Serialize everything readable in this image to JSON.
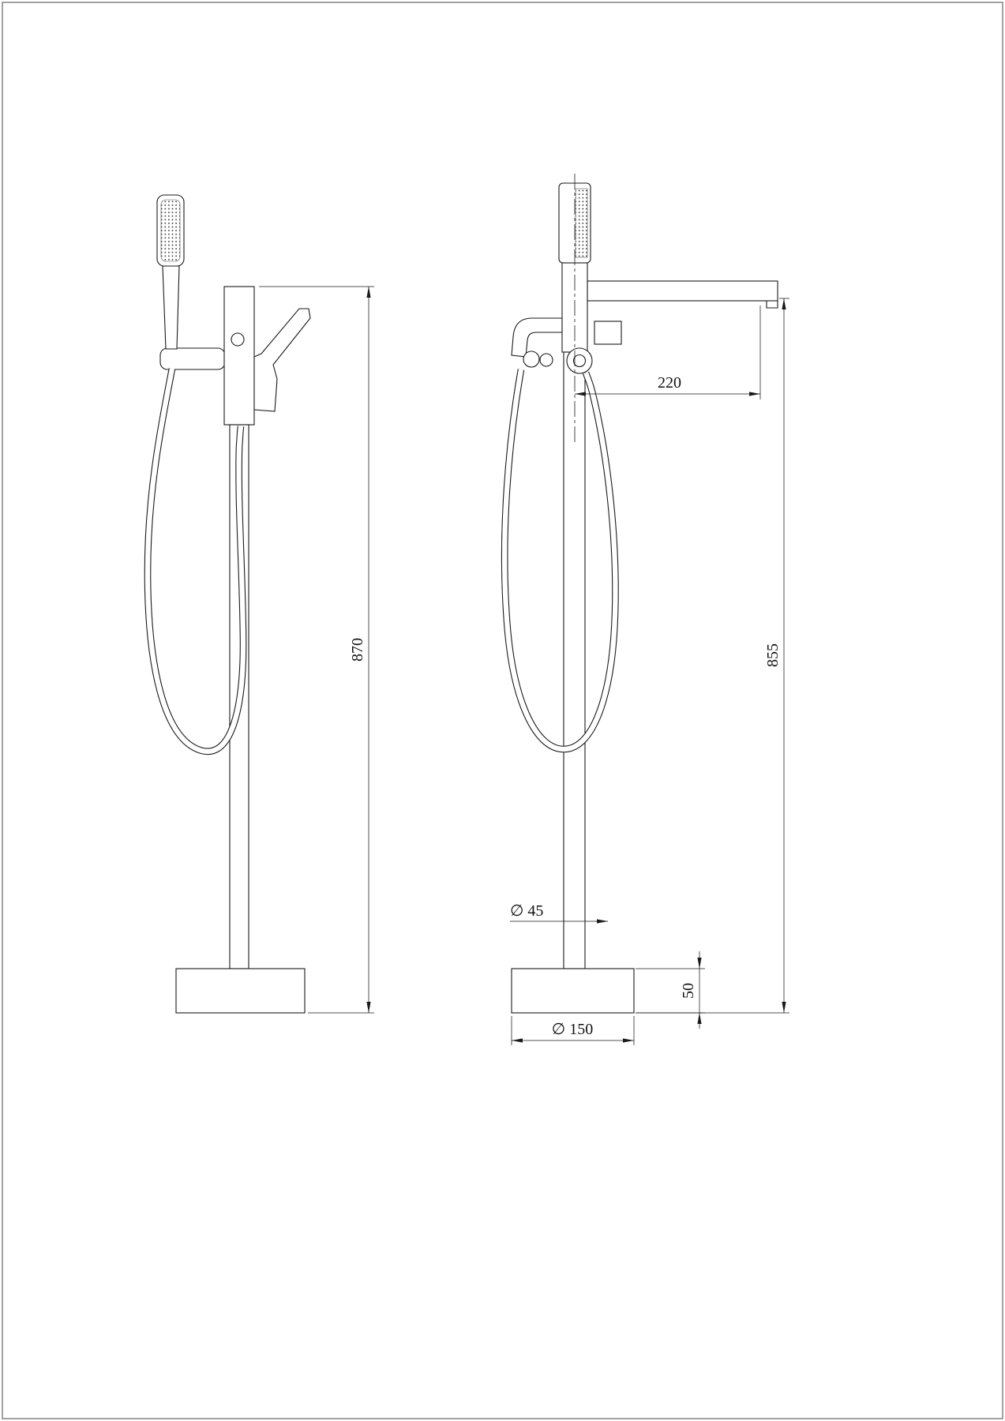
{
  "dimensions": {
    "overall_height_side": "870",
    "overall_height_front": "855",
    "spout_reach": "220",
    "column_diameter": "∅ 45",
    "base_height": "50",
    "base_diameter": "∅ 150"
  }
}
